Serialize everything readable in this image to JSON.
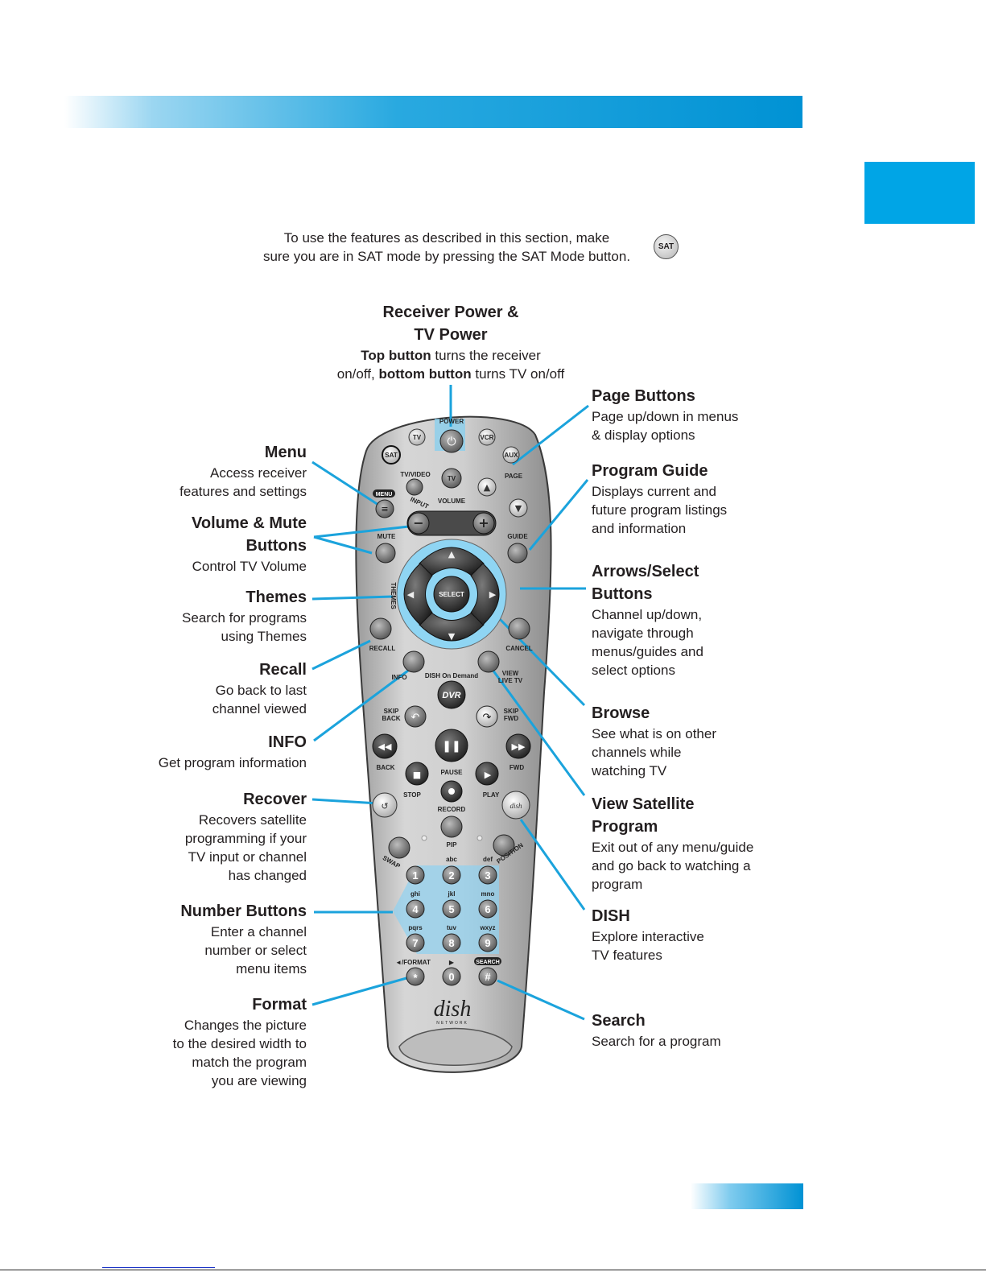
{
  "mode_note": {
    "line1": "To use the features as described in this section, make",
    "line2": "sure you are in SAT mode by pressing the SAT Mode button.",
    "badge": "SAT"
  },
  "top_callout": {
    "title1": "Receiver Power &",
    "title2": "TV Power",
    "desc_bold1": "Top button",
    "desc1": " turns the receiver",
    "desc2a": "on/off, ",
    "desc_bold2": "bottom button",
    "desc2b": " turns TV on/off"
  },
  "left_callouts": [
    {
      "title": "Menu",
      "lines": [
        "Access receiver",
        "features and settings"
      ]
    },
    {
      "title": "Volume & Mute",
      "title2": "Buttons",
      "lines": [
        "Control TV Volume"
      ]
    },
    {
      "title": "Themes",
      "lines": [
        "Search for programs",
        "using Themes"
      ]
    },
    {
      "title": "Recall",
      "lines": [
        "Go back to last",
        "channel viewed"
      ]
    },
    {
      "title": "INFO",
      "lines": [
        "Get program information"
      ]
    },
    {
      "title": "Recover",
      "lines": [
        "Recovers satellite",
        "programming if your",
        "TV input or channel",
        "has changed"
      ]
    },
    {
      "title": "Number Buttons",
      "lines": [
        "Enter a channel",
        "number or select",
        "menu items"
      ]
    },
    {
      "title": "Format",
      "lines": [
        "Changes the picture",
        "to the desired width to",
        "match the program",
        "you are viewing"
      ]
    }
  ],
  "right_callouts": [
    {
      "title": "Page Buttons",
      "lines": [
        "Page up/down in menus",
        "& display options"
      ]
    },
    {
      "title": "Program Guide",
      "lines": [
        "Displays current and",
        "future program listings",
        "and information"
      ]
    },
    {
      "title": "Arrows/Select",
      "title2": "Buttons",
      "lines": [
        "Channel up/down,",
        "navigate through",
        "menus/guides and",
        "select options"
      ]
    },
    {
      "title": "Browse",
      "lines": [
        "See what is on other",
        "channels while",
        "watching TV"
      ]
    },
    {
      "title": "View Satellite",
      "title2": "Program",
      "lines": [
        "Exit out of any menu/guide",
        "and go back to watching a",
        "program"
      ]
    },
    {
      "title": "DISH",
      "lines": [
        "Explore interactive",
        "TV features"
      ]
    },
    {
      "title": "Search",
      "lines": [
        "Search for a program"
      ]
    }
  ],
  "remote_labels": {
    "power": "POWER",
    "tv": "TV",
    "vcr": "VCR",
    "sat": "SAT",
    "aux": "AUX",
    "tv_video": "TV/VIDEO",
    "input": "INPUT",
    "page": "PAGE",
    "menu": "MENU",
    "volume": "VOLUME",
    "mute": "MUTE",
    "guide": "GUIDE",
    "themes": "THEMES",
    "select": "SELECT",
    "recall": "RECALL",
    "cancel": "CANCEL",
    "info": "INFO",
    "view_live_tv1": "VIEW",
    "view_live_tv2": "LIVE TV",
    "dvr": "DVR",
    "dish_on_demand": "DISH On Demand",
    "skip_back1": "SKIP",
    "skip_back2": "BACK",
    "skip_fwd1": "SKIP",
    "skip_fwd2": "FWD",
    "back": "BACK",
    "fwd": "FWD",
    "pause": "PAUSE",
    "stop": "STOP",
    "play": "PLAY",
    "record": "RECORD",
    "pip": "PIP",
    "swap": "SWAP",
    "position": "POSITION",
    "abc": "abc",
    "def": "def",
    "ghi": "ghi",
    "jkl": "jkl",
    "mno": "mno",
    "pqrs": "pqrs",
    "tuv": "tuv",
    "wxyz": "wxyz",
    "format": "◄/FORMAT",
    "search": "SEARCH",
    "n1": "1",
    "n2": "2",
    "n3": "3",
    "n4": "4",
    "n5": "5",
    "n6": "6",
    "n7": "7",
    "n8": "8",
    "n9": "9",
    "n0": "0",
    "star": "*",
    "hash": "#",
    "logo": "dish",
    "logo_sub": "NETWORK"
  },
  "colors": {
    "accent": "#00a5e6",
    "leader": "#1ba3dc",
    "remote_body": "#c9c9c9",
    "button_dark": "#2a2a2a"
  }
}
